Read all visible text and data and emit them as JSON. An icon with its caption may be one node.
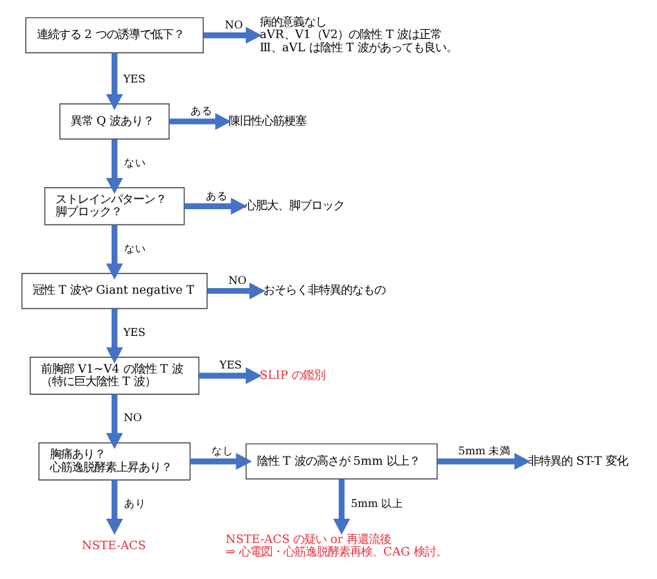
{
  "diagram": {
    "nodes": [
      {
        "text": [
          "連続する 2 つの誘導で低下？"
        ]
      },
      {
        "text": [
          "病的意義なし",
          "aVR、V1（V2）の陰性 T 波は正常",
          "Ⅲ、aVL は陰性 T 波があっても良い。"
        ]
      },
      {
        "text": [
          "異常 Q 波あり？"
        ]
      },
      {
        "text": [
          "陳旧性心筋梗塞"
        ]
      },
      {
        "text": [
          "ストレインパターン？",
          "脚ブロック？"
        ]
      },
      {
        "text": [
          "心肥大、脚ブロック"
        ]
      },
      {
        "text": [
          "冠性 T 波や Giant negative T"
        ]
      },
      {
        "text": [
          "おそらく非特異的なもの"
        ]
      },
      {
        "text": [
          "前胸部 V1~V4 の陰性 T 波",
          "（特に巨大陰性 T 波）"
        ]
      },
      {
        "text": [
          "SLIP の鑑別"
        ]
      },
      {
        "text": [
          "胸痛あり？",
          "心筋逸脱酵素上昇あり？"
        ]
      },
      {
        "text": [
          "陰性 T 波の高さが 5mm 以上？"
        ]
      },
      {
        "text": [
          "非特異的 ST-T 変化"
        ]
      },
      {
        "text": [
          "NSTE-ACS"
        ]
      },
      {
        "text": [
          "NSTE-ACS の疑い or 再還流後",
          "⇒ 心電図・心筋逸脱酵素再検。CAG 検討。"
        ]
      }
    ],
    "edges": [
      {
        "from": 0,
        "to": 1,
        "arrow": "to",
        "label": "NO"
      },
      {
        "from": 0,
        "to": 2,
        "arrow": "to",
        "label": "YES"
      },
      {
        "from": 2,
        "to": 3,
        "arrow": "to",
        "label": "ある"
      },
      {
        "from": 2,
        "to": 4,
        "arrow": "to",
        "label": "ない"
      },
      {
        "from": 4,
        "to": 5,
        "arrow": "to",
        "label": "ある"
      },
      {
        "from": 4,
        "to": 6,
        "arrow": "to",
        "label": "ない"
      },
      {
        "from": 6,
        "to": 7,
        "arrow": "to",
        "label": "NO"
      },
      {
        "from": 6,
        "to": 8,
        "arrow": "to",
        "label": "YES"
      },
      {
        "from": 8,
        "to": 9,
        "arrow": "to",
        "label": "YES"
      },
      {
        "from": 8,
        "to": 10,
        "arrow": "to",
        "label": "NO"
      },
      {
        "from": 10,
        "to": 11,
        "arrow": "to",
        "label": "なし"
      },
      {
        "from": 10,
        "to": 13,
        "arrow": "to",
        "label": "あり"
      },
      {
        "from": 11,
        "to": 12,
        "arrow": "to",
        "label": "5mm 未満"
      },
      {
        "from": 11,
        "to": 14,
        "arrow": "to",
        "label": "5mm 以上"
      }
    ]
  }
}
